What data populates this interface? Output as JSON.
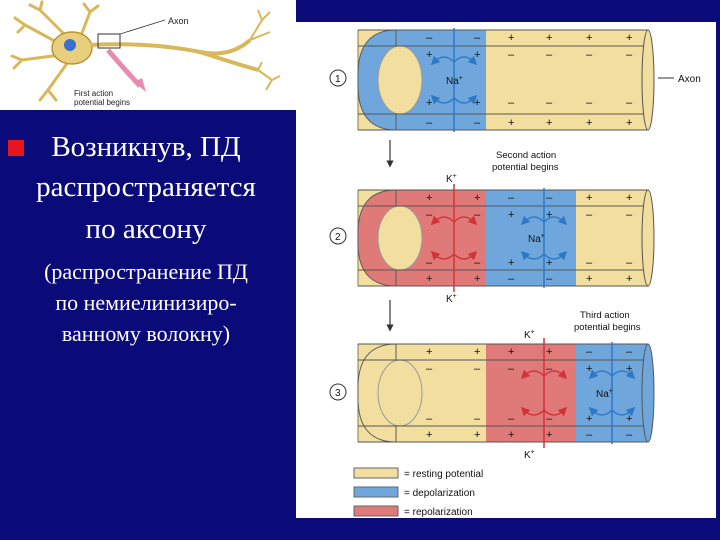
{
  "slide": {
    "title_lines": [
      "Возникнув, ПД",
      "распространяется",
      "по аксону"
    ],
    "subtitle_lines": [
      "(распространение ПД",
      "по немиелинизиро-",
      "ванному волокну)"
    ]
  },
  "neuron": {
    "axon_label": "Axon",
    "caption_line1": "First action",
    "caption_line2": "potential begins"
  },
  "diagram": {
    "axon_label": "Axon",
    "steps": [
      "1",
      "2",
      "3"
    ],
    "step2_caption": [
      "Second action",
      "potential begins"
    ],
    "step3_caption": [
      "Third action",
      "potential begins"
    ],
    "ion_na": "Na",
    "ion_k": "K",
    "ion_sup": "+"
  },
  "legend": [
    {
      "color": "#f2dfa0",
      "label": "= resting potential"
    },
    {
      "color": "#6fa7dc",
      "label": "= depolarization"
    },
    {
      "color": "#e07a78",
      "label": "= repolarization"
    }
  ],
  "colors": {
    "resting": "#f2dfa0",
    "depol": "#6fa7dc",
    "repol": "#e07a78",
    "background": "#0a0a78",
    "bullet": "#e8141e"
  }
}
